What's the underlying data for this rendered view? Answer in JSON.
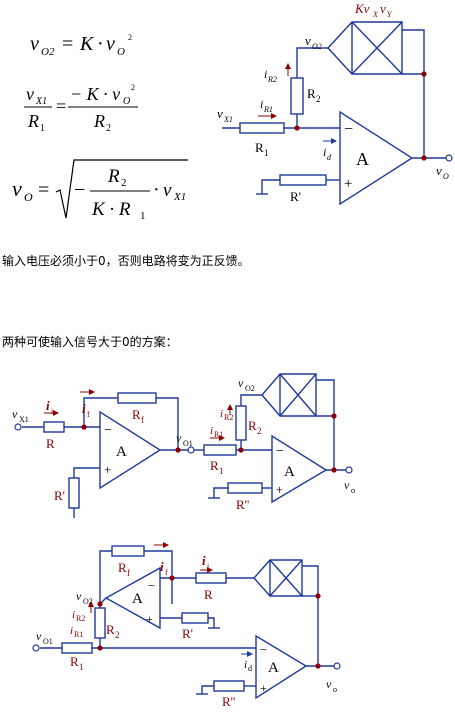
{
  "formulas": {
    "f1": {
      "lhs": "v",
      "lhs_sub": "O2",
      "eq": "=",
      "k": "K",
      "dot": "·",
      "v": "v",
      "v_sub": "O",
      "sup": "2"
    },
    "f2": {
      "lhs_num": "v",
      "lhs_num_sub": "X1",
      "lhs_den": "R",
      "lhs_den_sub": "1",
      "eq": "=",
      "rhs_num": "− K · v",
      "rhs_num_sub": "O",
      "sup": "2",
      "rhs_den": "R",
      "rhs_den_sub": "2"
    },
    "f3": {
      "lhs": "v",
      "lhs_sub": "O",
      "eq": "=",
      "minus": "−",
      "num": "R",
      "num_sub": "2",
      "den": "K · R",
      "den_sub": "1",
      "dot": "·",
      "tail": "v",
      "tail_sub": "X1"
    }
  },
  "text": {
    "note": "输入电压必须小于0，否则电路将变为正反馈。",
    "schemes": "两种可使输入信号大于0的方案："
  },
  "circuit1": {
    "mult": "Kv",
    "mult_x": "X",
    "mult_v": "v",
    "mult_y": "Y",
    "vo2": "v",
    "vo2_sub": "O2",
    "ir2": "i",
    "ir2_sub": "R2",
    "r2": "R",
    "r2_sub": "2",
    "vx1": "v",
    "vx1_sub": "X1",
    "ir1": "i",
    "ir1_sub": "R1",
    "r1": "R",
    "r1_sub": "1",
    "id": "i",
    "id_sub": "d",
    "amp": "A",
    "minus": "−",
    "plus": "+",
    "rp": "R'",
    "vo": "v",
    "vo_sub": "O"
  },
  "circuit2": {
    "vx1": "v",
    "vx1_sub": "X1",
    "ii": "i",
    "ii_sub": "i",
    "r": "R",
    "if": "i",
    "if_sub": "f",
    "rf": "R",
    "rf_sub": "f",
    "amp1": "A",
    "minus": "−",
    "plus": "+",
    "rp": "R'",
    "vo1": "v",
    "vo1_sub": "O1",
    "ir1": "i",
    "ir1_sub": "R1",
    "r1": "R",
    "r1_sub": "1",
    "ir2": "i",
    "ir2_sub": "R2",
    "r2": "R",
    "r2_sub": "2",
    "vo2": "v",
    "vo2_sub": "O2",
    "amp2": "A",
    "rpp": "R''",
    "vo": "v",
    "vo_sub": "o"
  },
  "circuit3": {
    "rf": "R",
    "rf_sub": "f",
    "if": "i",
    "if_sub": "f",
    "ii": "i",
    "ii_sub": "i",
    "r": "R",
    "vo2": "v",
    "vo2_sub": "O2",
    "ir2": "i",
    "ir2_sub": "R2",
    "r2": "R",
    "r2_sub": "2",
    "ir1": "i",
    "ir1_sub": "R1",
    "amp1": "A",
    "minus": "−",
    "plus": "+",
    "rp": "R'",
    "vo1": "v",
    "vo1_sub": "O1",
    "r1": "R",
    "r1_sub": "1",
    "id": "i",
    "id_sub": "d",
    "amp2": "A",
    "rpp": "R''",
    "vo": "v",
    "vo_sub": "o"
  },
  "colors": {
    "wire": "#1f3a9c",
    "label": "#8b0000",
    "dot": "#8b0000",
    "text": "#000000"
  }
}
